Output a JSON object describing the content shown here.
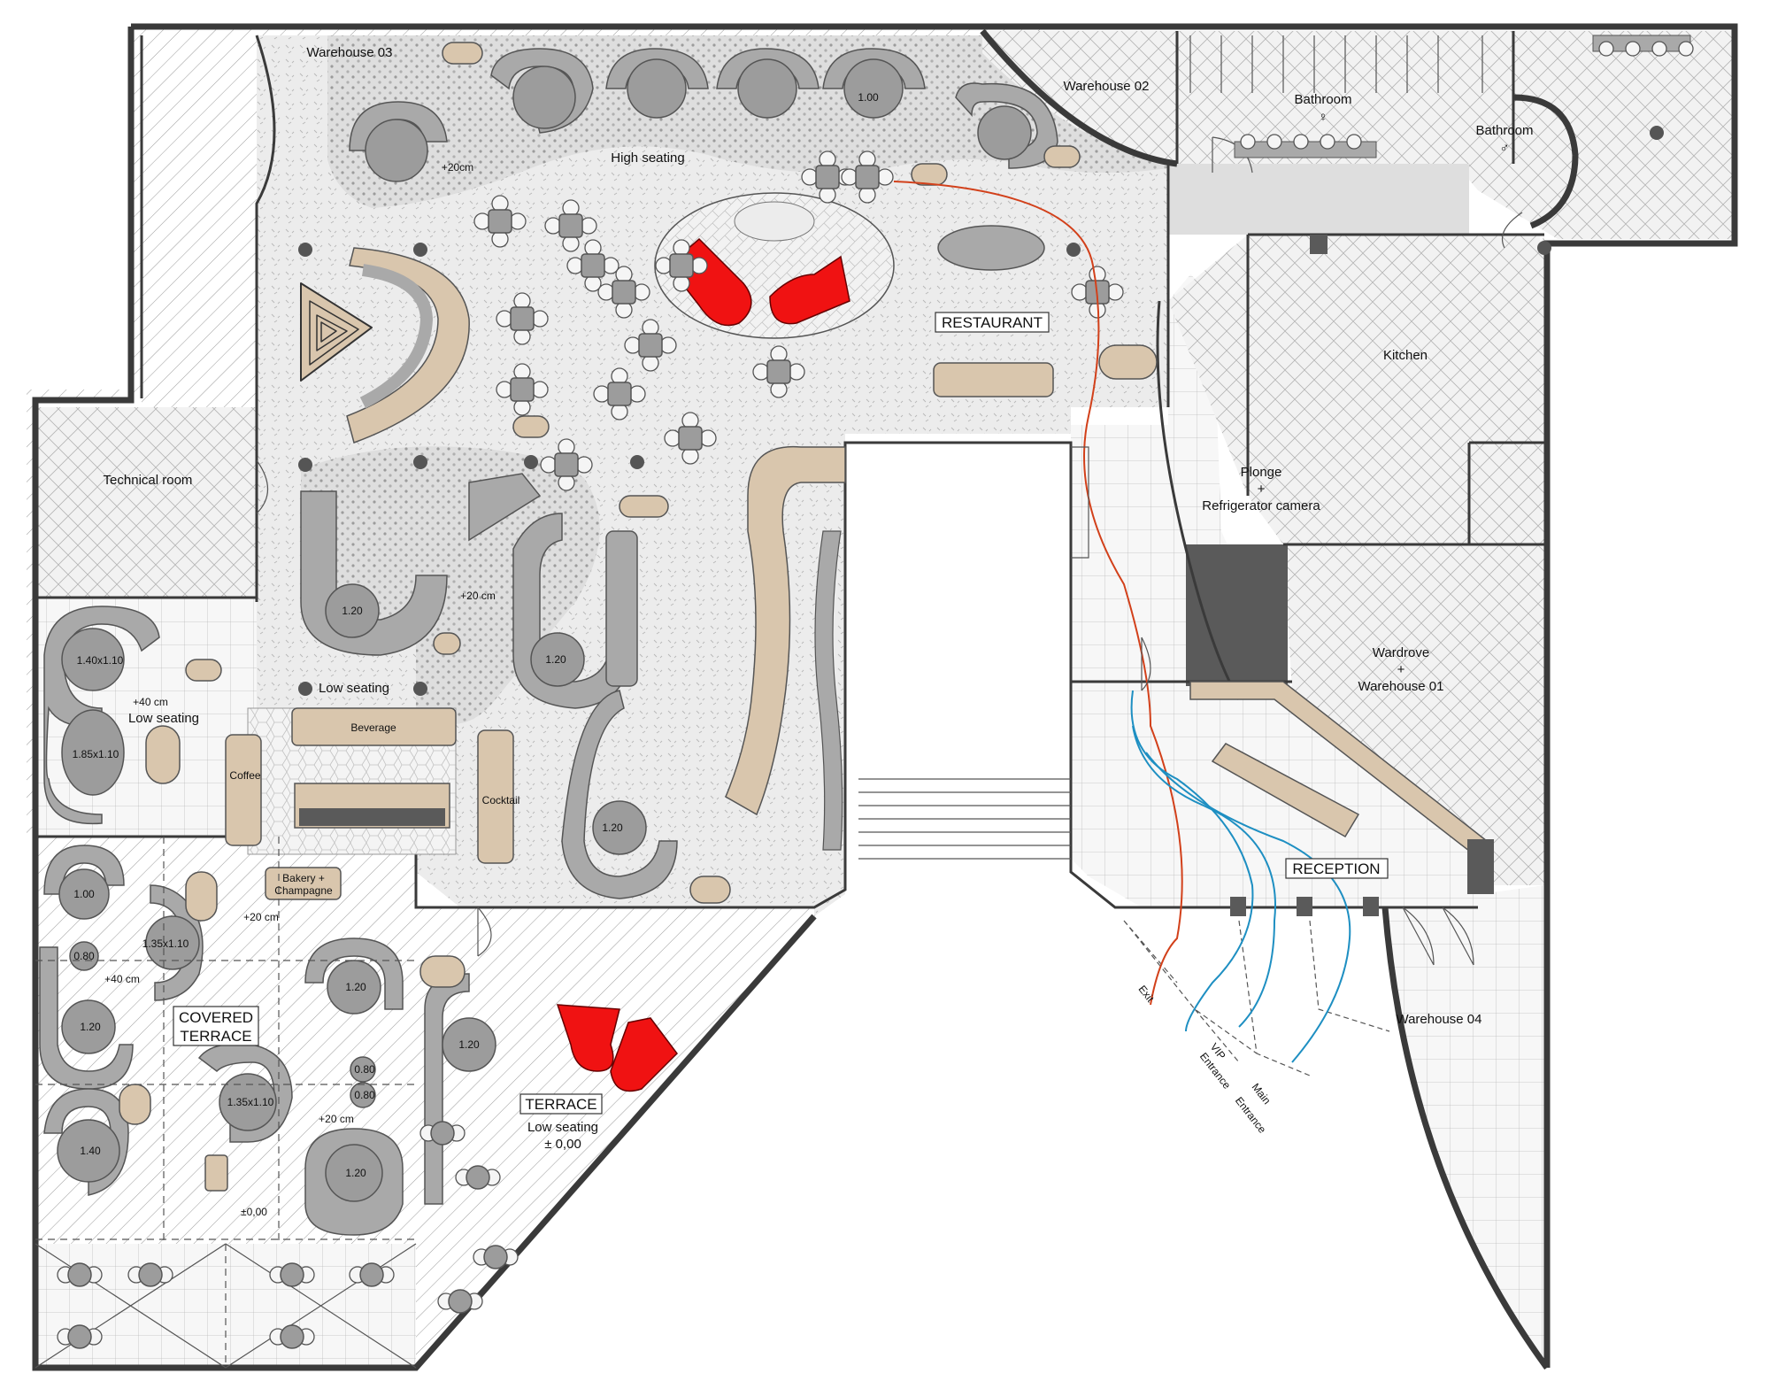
{
  "rooms": {
    "warehouse_03": "Warehouse 03",
    "warehouse_02": "Warehouse 02",
    "bathroom_female": "Bathroom",
    "bathroom_female_symbol": "♀",
    "bathroom_male": "Bathroom",
    "bathroom_male_symbol": "♂",
    "kitchen": "Kitchen",
    "plonge_line1": "Plonge",
    "plonge_line2": "+",
    "plonge_line3": "Refrigerator camera",
    "wardrove_line1": "Wardrove",
    "wardrove_line2": "+",
    "wardrove_line3": "Warehouse 01",
    "technical_room": "Technical room",
    "warehouse_04": "Warehouse 04",
    "restaurant": "RESTAURANT",
    "reception": "RECEPTION",
    "covered_terrace_line1": "COVERED",
    "covered_terrace_line2": "TERRACE",
    "terrace": "TERRACE"
  },
  "zones": {
    "high_seating": "High seating",
    "high_level": "+20cm",
    "low_seating_center": "Low seating",
    "plus20_center": "+20 cm",
    "plus40_left": "+40 cm",
    "low_seating_left": "Low seating",
    "plus20_terrace": "+20 cm",
    "plus40_terrace": "+40 cm",
    "plus20_terrace2": "+20 cm",
    "zero_terrace": "±0,00",
    "terrace_low_line1": "Low seating",
    "terrace_low_line2": "± 0,00"
  },
  "bars": {
    "beverage": "Beverage",
    "coffee": "Coffee",
    "cocktail": "Cocktail",
    "bakery_line1": "Bakery +",
    "bakery_line2": "Champagne"
  },
  "table_sizes": {
    "t_high": "1.00",
    "t_left_a": "1.40x1.10",
    "t_left_b": "1.85x1.10",
    "t_center_a": "1.20",
    "t_center_b": "1.20",
    "t_center_c": "1.20",
    "t_cov_a": "1.00",
    "t_cov_b": "1.35x1.10",
    "t_cov_c": "0.80",
    "t_cov_d": "1.20",
    "t_cov_e": "1.20",
    "t_cov_f": "1.35x1.10",
    "t_cov_g": "0.80",
    "t_cov_h": "0.80",
    "t_cov_i": "1.40",
    "t_cov_j": "1.20",
    "t_ter_a": "1.20"
  },
  "entrances": {
    "exit": "Exit",
    "vip_line1": "VIP",
    "vip_line2": "Entrance",
    "main_line1": "Main",
    "main_line2": "Entrance"
  },
  "colors": {
    "wall": "#3a3a3a",
    "sofa_grey": "#a9a9a9",
    "wood": "#d9c6ad",
    "piano_red": "#f01212",
    "path_exit": "#d2401a",
    "path_entrance": "#1e8fc2"
  }
}
